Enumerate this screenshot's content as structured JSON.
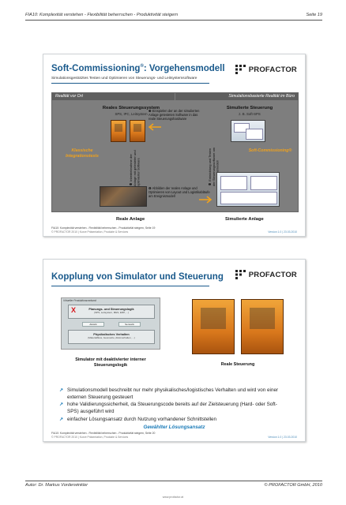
{
  "header": {
    "left": "FIA10: Komplexität verstehen - Flexibilität beherrschen - Produktivität steigern",
    "right": "Seite 19"
  },
  "slide1": {
    "title": "Soft-Commissioning",
    "title_sup": "®",
    "title_rest": ": Vorgehensmodell",
    "subtitle": "Simulationsgestütztes Testen und Optimieren von Steuerungs- und Leitsystemsoftware",
    "logo": "PROFACTOR",
    "panel_head_left": "Realität vor Ort",
    "panel_head_right": "Simulationsbasierte Realität im Büro",
    "real_title": "Reales Steuerungssystem",
    "real_sub": "SPS, IPC, Leitsystem",
    "sim_title": "Simulierte Steuerung",
    "sim_sub": "z. B. Soft-SPS",
    "note1": "❸ Einspielen der an der simulierten Anlage getesteten Software in das reale Steuerungshardware",
    "vnote1": "❶ Inbetriebnahme der Anlage mit getesteter und optimierter Software",
    "vnote2": "❷ Entwicklung und Testen der Steuerungssoftware am Simulationsmodell",
    "note2": "❹ Abbilden der realen Anlage und Optimieren von Layout und Logistikabläufe am Ereignismodell",
    "left_label": "Klassische Integrationstests",
    "right_label": "Soft-Commissioning®",
    "bottom_left": "Reale Anlage",
    "bottom_right": "Simulierte Anlage",
    "foot1": "FIA10: Komplexität verstehen - Flexibilität beherrschen - Produktivität steigern, Seite 19",
    "foot2": "© PROFACTOR 2010 | Kurze Präsentation, Produkte & Services",
    "foot_right": "Version 1.0 | 23.03.2010"
  },
  "slide2": {
    "title": "Kopplung von Simulator und Steuerung",
    "logo": "PROFACTOR",
    "diagram_caption": "Virtueller Produktionsverbund",
    "box1_title": "Planungs- und Steuerungslogik",
    "box1_sub": "(SPS, Leitsystem, MES, ERP, ...)",
    "tag_left": "Aktorik",
    "tag_right": "Sensorik",
    "box2_title": "Physikalisches Verhalten",
    "box2_sub": "(Materialfluss, Geometrie, Aktorverhalten, ...)",
    "label_left": "Simulator mit deaktivierter interner Steuerungslogik",
    "label_right": "Reale Steuerung",
    "bullets": [
      "Simulationsmodell beschreibt nur mehr physikalisches/logistisches Verhalten und wird von einer externen Steuerung gesteuert",
      "hohe Validierungssicherheit, da Steuerungscode bereits auf der Zielsteuerung (Hard- oder Soft-SPS) ausgeführt wird",
      "einfacher Lösungsansatz durch Nutzung vorhandener Schnittstellen"
    ],
    "chosen": "Gewählter Lösungsansatz",
    "foot1": "FIA10: Komplexität verstehen - Flexibilität beherrschen - Produktivität steigern, Seite 20",
    "foot2": "© PROFACTOR 2010 | Kurze Präsentation, Produkte & Services",
    "foot_right": "Version 1.0 | 23.03.2010"
  },
  "footer": {
    "left": "Autor: Dr. Markus Vorderwinkler",
    "right": "© PROFACTOR GmbH, 2010",
    "url": "www.profactor.at"
  },
  "colors": {
    "title_blue": "#1a5a8c",
    "accent_orange": "#f1a21c",
    "bullet_blue": "#1a7bb8",
    "error_red": "#d6161b"
  }
}
